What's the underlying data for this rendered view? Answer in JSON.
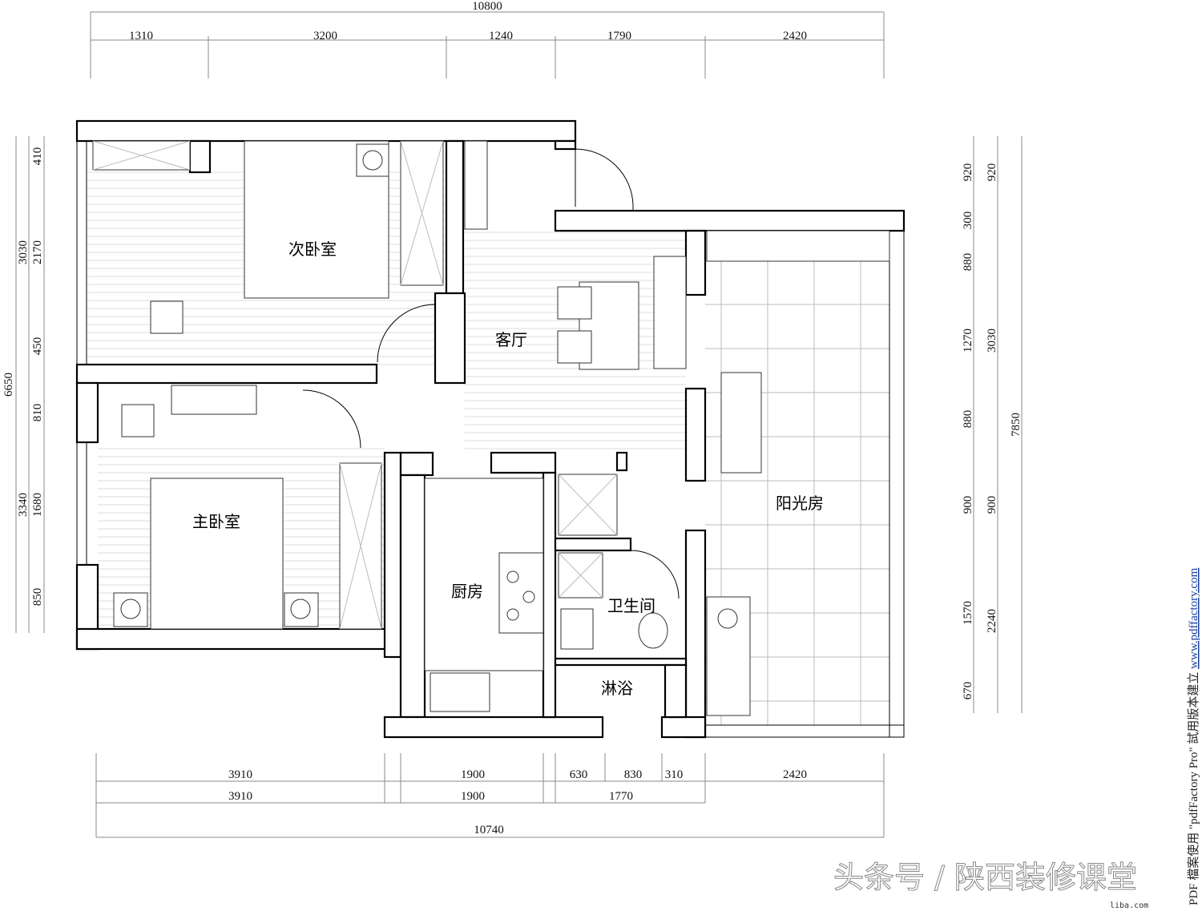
{
  "rooms": {
    "second_bedroom": "次卧室",
    "living_room": "客厅",
    "master_bedroom": "主卧室",
    "kitchen": "厨房",
    "bathroom": "卫生间",
    "shower": "淋浴",
    "sunroom": "阳光房"
  },
  "dimensions": {
    "top_total": "10800",
    "top": [
      "1310",
      "3200",
      "1240",
      "1790",
      "2420"
    ],
    "bottom_row1": [
      "3910",
      "1900",
      "630",
      "830",
      "310",
      "2420"
    ],
    "bottom_row2": [
      "3910",
      "1900",
      "1770"
    ],
    "bottom_total": "10740",
    "left_total": "6650",
    "left_outer": [
      "3030",
      "3340"
    ],
    "left_inner": [
      "410",
      "2170",
      "450",
      "810",
      "1680",
      "850"
    ],
    "right_inner": [
      "920",
      "300",
      "880",
      "1270",
      "880",
      "900",
      "1570",
      "670"
    ],
    "right_middle": [
      "920",
      "3030",
      "900",
      "2240"
    ],
    "right_total": "7850"
  },
  "watermark": {
    "text": "头条号 / 陕西装修课堂",
    "pdf_notice": "PDF 檔案使用 \"pdfFactory Pro\" 試用版本建立",
    "pdf_link": "www.pdffactory.com",
    "site_logo": "liba.com"
  }
}
